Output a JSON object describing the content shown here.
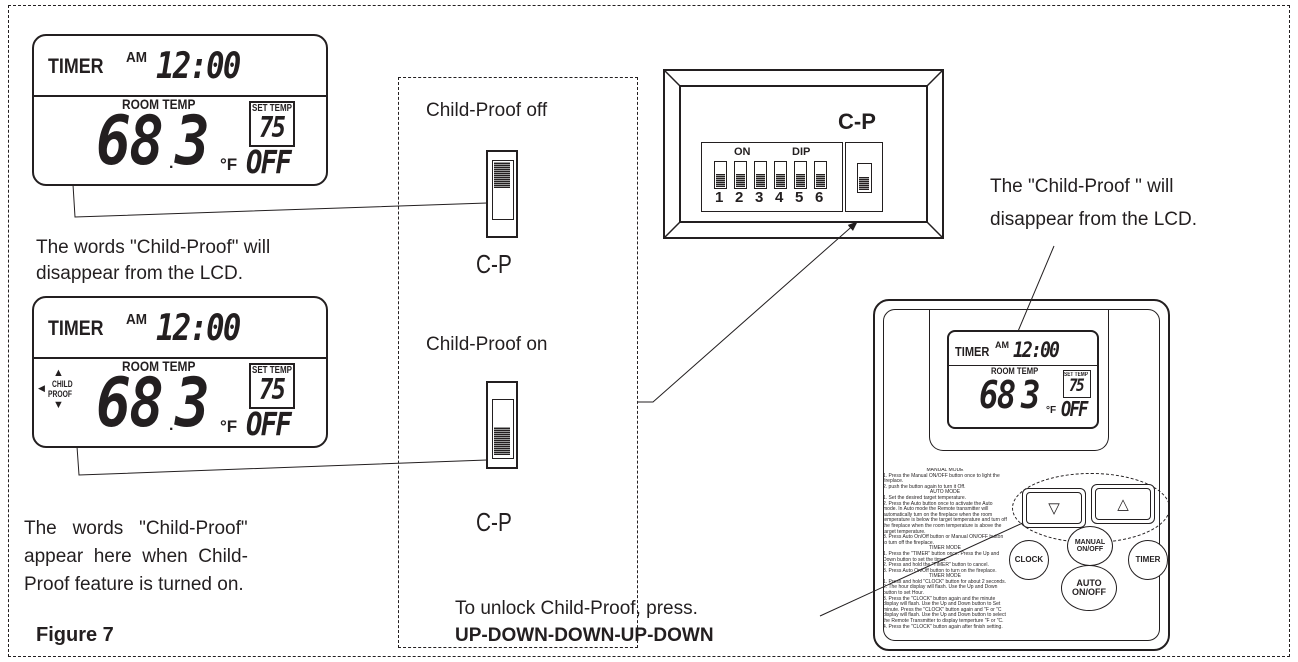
{
  "lcd_top": {
    "timer": "TIMER",
    "ampm": "AM",
    "clock": "12:00",
    "room_temp_label": "ROOM TEMP",
    "room_temp": "68.3",
    "room_temp_whole": "68",
    "room_temp_decimal": "3",
    "unit": "°F",
    "set_temp_label": "SET TEMP",
    "set_temp": "75",
    "mode": "OFF"
  },
  "lcd_bottom": {
    "timer": "TIMER",
    "ampm": "AM",
    "clock": "12:00",
    "room_temp_label": "ROOM TEMP",
    "room_temp": "68.3",
    "room_temp_whole": "68",
    "room_temp_decimal": "3",
    "unit": "°F",
    "set_temp_label": "SET TEMP",
    "set_temp": "75",
    "mode": "OFF",
    "child_line1": "CHILD",
    "child_line2": "PROOF"
  },
  "switch_panel": {
    "off_label": "Child-Proof off",
    "on_label": "Child-Proof on",
    "cp_label_top": "C-P",
    "cp_label_bottom": "C-P"
  },
  "dip_panel": {
    "cp_label": "C-P",
    "on_label": "ON",
    "dip_label": "DIP",
    "switch_numbers": [
      "1",
      "2",
      "3",
      "4",
      "5",
      "6"
    ]
  },
  "annotations": {
    "top_left": [
      "The words \"Child-Proof\" will",
      "disappear from the LCD."
    ],
    "right": [
      "The \"Child-Proof \" will",
      "disappear from the LCD."
    ],
    "bottom_left": [
      "The   words   \"Child-Proof\"",
      "appear  here  when  Child-",
      "Proof feature is turned on."
    ],
    "unlock_line1": "To unlock Child-Proof, press.",
    "unlock_sequence": "UP-DOWN-DOWN-UP-DOWN",
    "figure_caption": "Figure 7"
  },
  "remote": {
    "lcd": {
      "timer": "TIMER",
      "ampm": "AM",
      "clock": "12:00",
      "room_temp_label": "ROOM TEMP",
      "room_temp_whole": "68",
      "room_temp_decimal": "3",
      "unit": "°F",
      "set_temp_label": "SET TEMP",
      "set_temp": "75",
      "mode": "OFF"
    },
    "instructions": [
      "MANUAL MODE",
      "1. Press the Manual ON/OFF button once to light the fireplace.",
      "2. push the button again to turn it Off.",
      "AUTO MODE",
      "1. Set the desired target temperature.",
      "2. Press the Auto button once to activate the Auto mode. In Auto mode the Remote transmitter will automatically turn on the fireplace when the room temperature is below the target temperature and turn off the fireplace when the room temperature is above the target temperature.",
      "3. Press Auto On/Off button or Manual ON/OFF button to turn off the fireplace.",
      "TIMER MODE",
      "1. Press the \"TIMER\" button once. Press the Up and Down button to set the timer.",
      "2. Press and hold the \"TIMER\" button to cancel.",
      "3. Press Auto On/Off button to turn on the fireplace.",
      "TIMER MODE",
      "1. Press and hold \"CLOCK\" button for about 2 seconds.",
      "2. The hour display will flash. Use the Up and Down button to set Hour.",
      "3. Press the \"CLOCK\" button again and the minute display will flash. Use the Up and Down button to Set minute. Press the \"CLOCK\" button again and \"F or \"C display will flash. Use the Up and Down button to select the Remote Transmitter to display temperture \"F or \"C.",
      "4. Press the \"CLOCK\" button again after finish setting."
    ],
    "btn_down": "▽",
    "btn_up": "△",
    "btn_clock": "CLOCK",
    "btn_manual_1": "MANUAL",
    "btn_manual_2": "ON/OFF",
    "btn_auto_1": "AUTO",
    "btn_auto_2": "ON/OFF",
    "btn_timer": "TIMER"
  }
}
